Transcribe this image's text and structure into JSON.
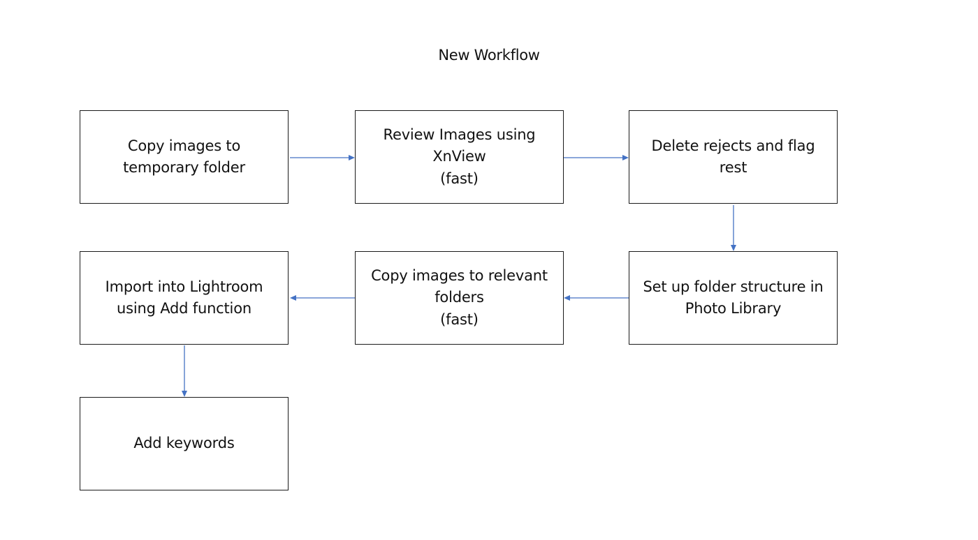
{
  "diagram": {
    "title": "New Workflow",
    "nodes": [
      {
        "id": "copy-temp",
        "text": "Copy images to\ntemporary folder"
      },
      {
        "id": "review-xnview",
        "text": "Review Images using\nXnView\n(fast)"
      },
      {
        "id": "delete-rejects",
        "text": "Delete rejects and flag\nrest"
      },
      {
        "id": "folder-structure",
        "text": "Set up folder structure in\nPhoto Library"
      },
      {
        "id": "copy-relevant",
        "text": "Copy images to relevant\nfolders\n(fast)"
      },
      {
        "id": "import-lightroom",
        "text": "Import into Lightroom\nusing Add function"
      },
      {
        "id": "add-keywords",
        "text": "Add keywords"
      }
    ],
    "edges": [
      {
        "from": "copy-temp",
        "to": "review-xnview"
      },
      {
        "from": "review-xnview",
        "to": "delete-rejects"
      },
      {
        "from": "delete-rejects",
        "to": "folder-structure"
      },
      {
        "from": "folder-structure",
        "to": "copy-relevant"
      },
      {
        "from": "copy-relevant",
        "to": "import-lightroom"
      },
      {
        "from": "import-lightroom",
        "to": "add-keywords"
      }
    ],
    "colors": {
      "arrow": "#4472c4",
      "box_border": "#1a1a1a",
      "text": "#111111"
    }
  }
}
